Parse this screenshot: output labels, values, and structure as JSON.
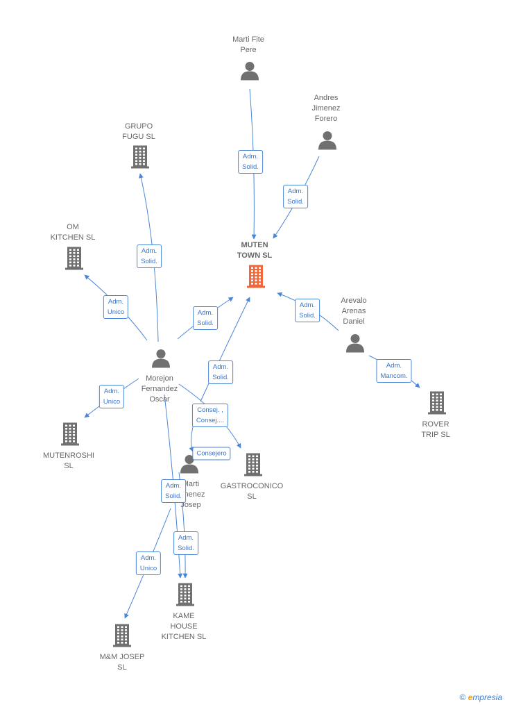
{
  "colors": {
    "edge": "#4a86d8",
    "node_gray": "#707070",
    "focal": "#f0683a"
  },
  "nodes": [
    {
      "id": "marti_fite",
      "kind": "person",
      "label": "Marti Fite\nPere"
    },
    {
      "id": "andres",
      "kind": "person",
      "label": "Andres\nJimenez\nForero"
    },
    {
      "id": "grupo_fugu",
      "kind": "company",
      "label": "GRUPO\nFUGU  SL"
    },
    {
      "id": "om_kitchen",
      "kind": "company",
      "label": "OM\nKITCHEN  SL"
    },
    {
      "id": "muten_town",
      "kind": "company_focal",
      "label": "MUTEN\nTOWN  SL"
    },
    {
      "id": "arevalo",
      "kind": "person",
      "label": "Arevalo\nArenas\nDaniel"
    },
    {
      "id": "morejon",
      "kind": "person",
      "label": "Morejon\nFernandez\nOscar"
    },
    {
      "id": "rover_trip",
      "kind": "company",
      "label": "ROVER\nTRIP  SL"
    },
    {
      "id": "mutenroshi",
      "kind": "company",
      "label": "MUTENROSHI\nSL"
    },
    {
      "id": "marti_jimenez",
      "kind": "person",
      "label": "Marti\nJimenez\nJosep"
    },
    {
      "id": "gastroconico",
      "kind": "company",
      "label": "GASTROCONICO\nSL"
    },
    {
      "id": "kame_house",
      "kind": "company",
      "label": "KAME\nHOUSE\nKITCHEN  SL"
    },
    {
      "id": "mm_josep",
      "kind": "company",
      "label": "M&M JOSEP\nSL"
    }
  ],
  "edges": [
    {
      "id": "e1",
      "label": "Adm.\nSolid."
    },
    {
      "id": "e2",
      "label": "Adm.\nSolid."
    },
    {
      "id": "e3",
      "label": "Adm.\nSolid."
    },
    {
      "id": "e4",
      "label": "Adm.\nUnico"
    },
    {
      "id": "e5",
      "label": "Adm.\nSolid."
    },
    {
      "id": "e6",
      "label": "Adm.\nSolid."
    },
    {
      "id": "e7",
      "label": "Adm.\nSolid."
    },
    {
      "id": "e8",
      "label": "Adm.\nMancom."
    },
    {
      "id": "e9",
      "label": "Adm.\nUnico"
    },
    {
      "id": "e10",
      "label": "Consej. ,\nConsej...."
    },
    {
      "id": "e11",
      "label": "Consejero"
    },
    {
      "id": "e12",
      "label": "Adm.\nSolid."
    },
    {
      "id": "e13",
      "label": "Adm.\nSolid."
    },
    {
      "id": "e14",
      "label": "Adm.\nUnico"
    }
  ],
  "footer": {
    "copyright": "©",
    "brand_e": "e",
    "brand_rest": "mpresia"
  }
}
